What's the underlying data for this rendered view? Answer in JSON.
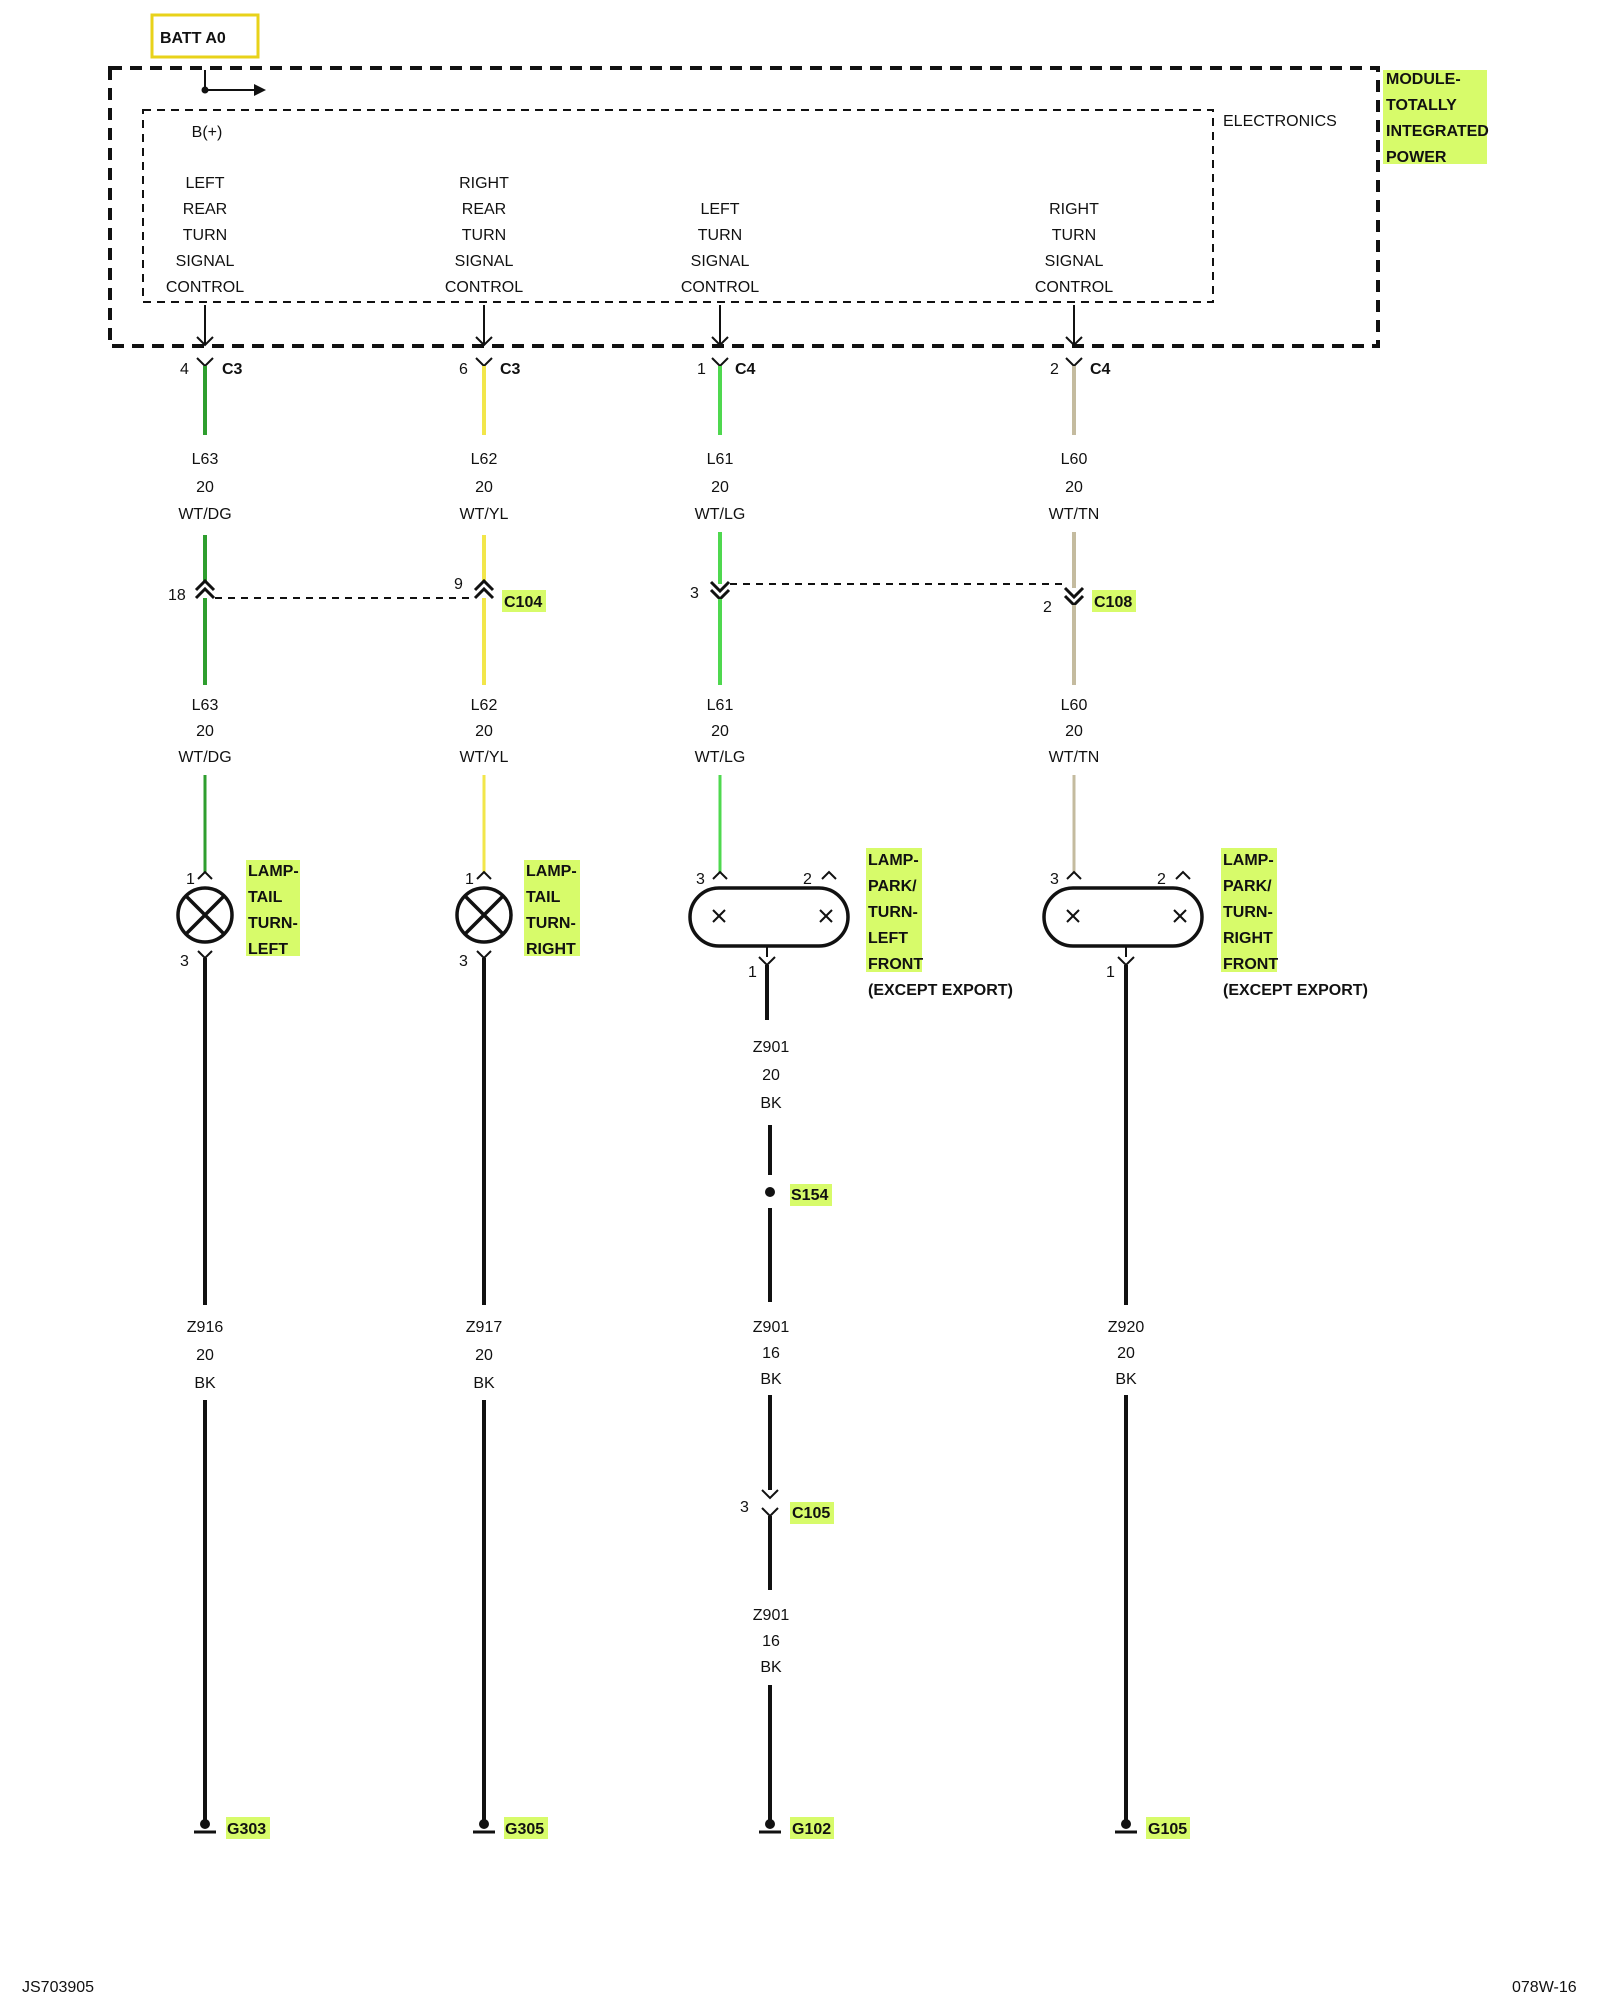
{
  "title_box": "BATT A0",
  "module": {
    "name_lines": [
      "MODULE-",
      "TOTALLY",
      "INTEGRATED",
      "POWER"
    ],
    "inner_label": "ELECTRONICS",
    "supply_label": "B(+)"
  },
  "circuits": [
    {
      "control_lines": [
        "LEFT",
        "REAR",
        "TURN",
        "SIGNAL",
        "CONTROL"
      ],
      "module_pin": "4",
      "module_connector": "C3",
      "wire_top": [
        "L63",
        "20",
        "WT/DG"
      ],
      "inline_pin": "18",
      "wire_mid": [
        "L63",
        "20",
        "WT/DG"
      ],
      "wire_color": "#2e9e2e",
      "lamp_type": "bulb",
      "lamp_pin_in": "1",
      "lamp_pin_out": "3",
      "lamp_label": [
        "LAMP-",
        "TAIL",
        "TURN-",
        "LEFT"
      ],
      "ground_wire": [
        "Z916",
        "20",
        "BK"
      ],
      "ground": "G303"
    },
    {
      "control_lines": [
        "RIGHT",
        "REAR",
        "TURN",
        "SIGNAL",
        "CONTROL"
      ],
      "module_pin": "6",
      "module_connector": "C3",
      "wire_top": [
        "L62",
        "20",
        "WT/YL"
      ],
      "inline_pin": "9",
      "wire_mid": [
        "L62",
        "20",
        "WT/YL"
      ],
      "wire_color": "#f2e64a",
      "lamp_type": "bulb",
      "lamp_pin_in": "1",
      "lamp_pin_out": "3",
      "lamp_label": [
        "LAMP-",
        "TAIL",
        "TURN-",
        "RIGHT"
      ],
      "ground_wire": [
        "Z917",
        "20",
        "BK"
      ],
      "ground": "G305"
    },
    {
      "control_lines": [
        "LEFT",
        "TURN",
        "SIGNAL",
        "CONTROL"
      ],
      "module_pin": "1",
      "module_connector": "C4",
      "wire_top": [
        "L61",
        "20",
        "WT/LG"
      ],
      "inline_pin": "3",
      "wire_mid": [
        "L61",
        "20",
        "WT/LG"
      ],
      "wire_color": "#4fd84f",
      "lamp_type": "dual",
      "lamp_pin_in": "3",
      "lamp_pin_2": "2",
      "lamp_pin_out": "1",
      "lamp_label": [
        "LAMP-",
        "PARK/",
        "TURN-",
        "LEFT",
        "FRONT"
      ],
      "lamp_note": "(EXCEPT EXPORT)",
      "ground_wire": [
        "Z901",
        "20",
        "BK"
      ],
      "splice": "S154",
      "ground_wire_2": [
        "Z901",
        "16",
        "BK"
      ],
      "inline2_pin": "3",
      "inline2_connector": "C105",
      "ground_wire_3": [
        "Z901",
        "16",
        "BK"
      ],
      "ground": "G102"
    },
    {
      "control_lines": [
        "RIGHT",
        "TURN",
        "SIGNAL",
        "CONTROL"
      ],
      "module_pin": "2",
      "module_connector": "C4",
      "wire_top": [
        "L60",
        "20",
        "WT/TN"
      ],
      "inline_pin": "2",
      "wire_mid": [
        "L60",
        "20",
        "WT/TN"
      ],
      "wire_color": "#c4bb9f",
      "lamp_type": "dual",
      "lamp_pin_in": "3",
      "lamp_pin_2": "2",
      "lamp_pin_out": "1",
      "lamp_label": [
        "LAMP-",
        "PARK/",
        "TURN-",
        "RIGHT",
        "FRONT"
      ],
      "lamp_note": "(EXCEPT EXPORT)",
      "ground_wire": [
        "Z920",
        "20",
        "BK"
      ],
      "ground": "G105"
    }
  ],
  "inline_connectors": [
    "C104",
    "C108"
  ],
  "footer": {
    "left": "JS703905",
    "right": "078W-16"
  },
  "colors": {
    "highlight": "#d7fb6a",
    "ground_wire": "#111111"
  }
}
